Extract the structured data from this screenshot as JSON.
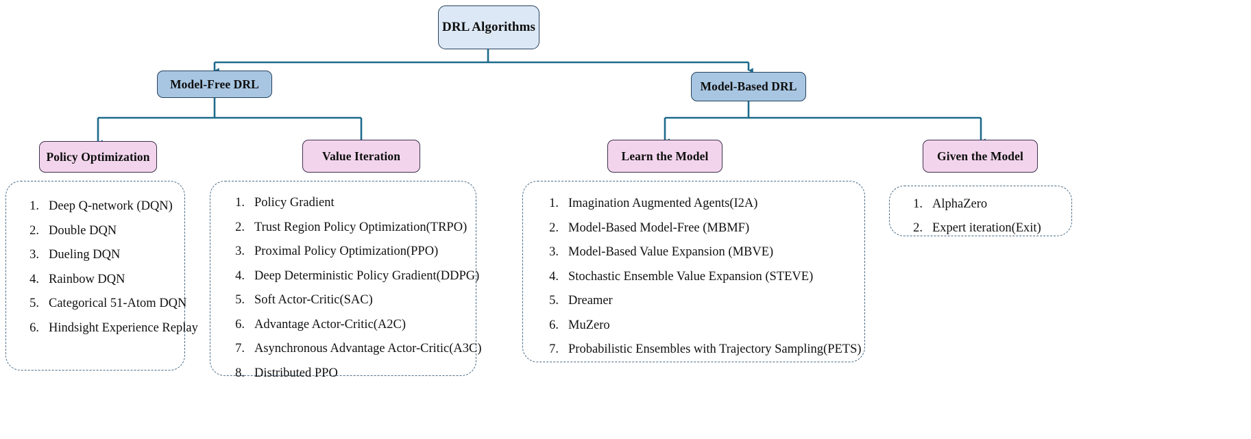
{
  "diagram": {
    "title": "DRL Algorithms",
    "type": "tree-taxonomy",
    "colors": {
      "root_fill": "#dce8f5",
      "level2_fill": "#a8c6e2",
      "level3_fill": "#f2d5ec",
      "node_border": "#24405c",
      "level3_border": "#3d2f4d",
      "connector": "#1d6a8c",
      "dashed_border": "#4a6b85",
      "background": "#ffffff",
      "text": "#111111"
    }
  },
  "root": {
    "label": "DRL Algorithms"
  },
  "level2": [
    {
      "id": "model-free",
      "label": "Model-Free DRL"
    },
    {
      "id": "model-based",
      "label": "Model-Based DRL"
    }
  ],
  "level3": [
    {
      "id": "policy-optimization",
      "label": "Policy Optimization",
      "parent": "model-free"
    },
    {
      "id": "value-iteration",
      "label": "Value Iteration",
      "parent": "model-free"
    },
    {
      "id": "learn-the-model",
      "label": "Learn the Model",
      "parent": "model-based"
    },
    {
      "id": "given-the-model",
      "label": "Given the Model",
      "parent": "model-based"
    }
  ],
  "lists": {
    "policy_optimization": [
      {
        "num": "1.",
        "text": "Deep Q-network  (DQN)"
      },
      {
        "num": "2.",
        "text": "Double DQN"
      },
      {
        "num": "3.",
        "text": "Dueling DQN"
      },
      {
        "num": "4.",
        "text": "Rainbow DQN"
      },
      {
        "num": "5.",
        "text": "Categorical 51-Atom DQN"
      },
      {
        "num": "6.",
        "text": "Hindsight Experience Replay"
      }
    ],
    "value_iteration": [
      {
        "num": "1.",
        "text": "Policy Gradient"
      },
      {
        "num": "2.",
        "text": "Trust Region Policy Optimization(TRPO)"
      },
      {
        "num": "3.",
        "text": "Proximal Policy Optimization(PPO)"
      },
      {
        "num": "4.",
        "text": "Deep Deterministic Policy Gradient(DDPG)"
      },
      {
        "num": "5.",
        "text": "Soft Actor-Critic(SAC)"
      },
      {
        "num": "6.",
        "text": "Advantage Actor-Critic(A2C)"
      },
      {
        "num": "7.",
        "text": "Asynchronous Advantage Actor-Critic(A3C)"
      },
      {
        "num": "8.",
        "text": "Distributed PPO"
      }
    ],
    "learn_the_model": [
      {
        "num": "1.",
        "text": "Imagination Augmented Agents(I2A)"
      },
      {
        "num": "2.",
        "text": "Model-Based Model-Free (MBMF)"
      },
      {
        "num": "3.",
        "text": "Model-Based Value Expansion (MBVE)"
      },
      {
        "num": "4.",
        "text": "Stochastic Ensemble Value Expansion (STEVE)"
      },
      {
        "num": "5.",
        "text": "Dreamer"
      },
      {
        "num": "6.",
        "text": "MuZero"
      },
      {
        "num": "7.",
        "text": "Probabilistic Ensembles with Trajectory Sampling(PETS)"
      }
    ],
    "given_the_model": [
      {
        "num": "1.",
        "text": "AlphaZero"
      },
      {
        "num": "2.",
        "text": "Expert iteration(Exit)"
      }
    ]
  }
}
